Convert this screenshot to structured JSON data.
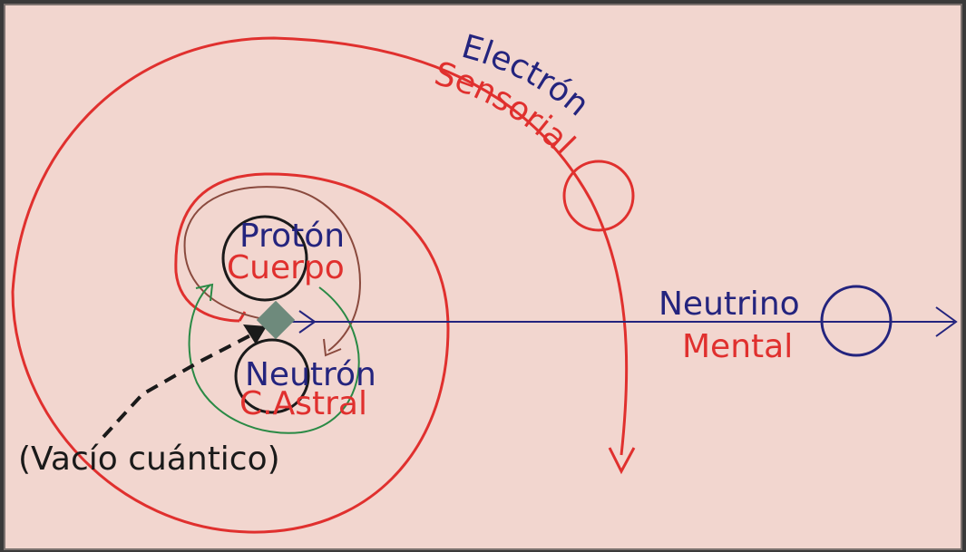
{
  "colors": {
    "background": "#f2d6cf",
    "frame": "#7d7370",
    "blue": "#24247e",
    "red": "#e0302e",
    "black": "#1a1a1a",
    "brown": "#8a4a3e",
    "green": "#2a8a45",
    "diamond": "#6e8a7c"
  },
  "labels": {
    "electron": "Electrón",
    "sensorial": "Sensorial",
    "proton": "Protón",
    "cuerpo": "Cuerpo",
    "neutrino": "Neutrino",
    "mental": "Mental",
    "neutron": "Neutrón",
    "astral": "C.Astral",
    "vacuum": "(Vacío cuántico)"
  }
}
